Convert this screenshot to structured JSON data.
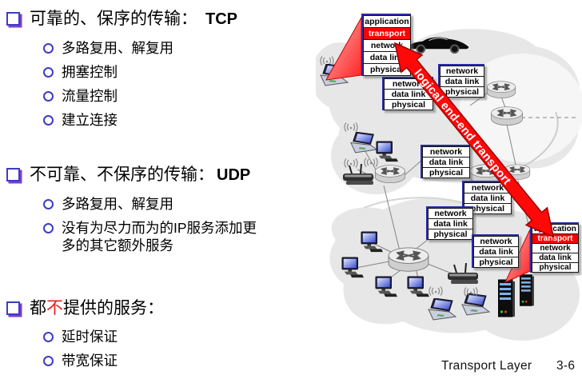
{
  "left_panel": {
    "sections": [
      {
        "title": "可靠的、保序的传输：",
        "keyword": "TCP",
        "items": [
          "多路复用、解复用",
          "拥塞控制",
          "流量控制",
          "建立连接"
        ]
      },
      {
        "title": "不可靠、不保序的传输：",
        "keyword": "UDP",
        "items": [
          "多路复用、解复用",
          "没有为尽力而为的IP服务添加更多的其它额外服务"
        ]
      },
      {
        "title_prefix": "都",
        "title_red": "不",
        "title_suffix": "提供的服务：",
        "items": [
          "延时保证",
          "带宽保证"
        ]
      }
    ]
  },
  "diagram": {
    "arrow_label": "logical end-end transport",
    "layers": {
      "application": "application",
      "transport": "transport",
      "network": "network",
      "data_link": "data link",
      "physical": "physical"
    },
    "colors": {
      "transport_bg": "#ff0000",
      "arrow_red": "#ff0808",
      "stack_border_blue": "#2a2aa8",
      "bullet_blue": "#3c3cc8",
      "red_text": "#dd2222",
      "cloud_gray": "#e7e7e7"
    }
  },
  "footer": {
    "title": "Transport Layer",
    "page": "3-6"
  }
}
